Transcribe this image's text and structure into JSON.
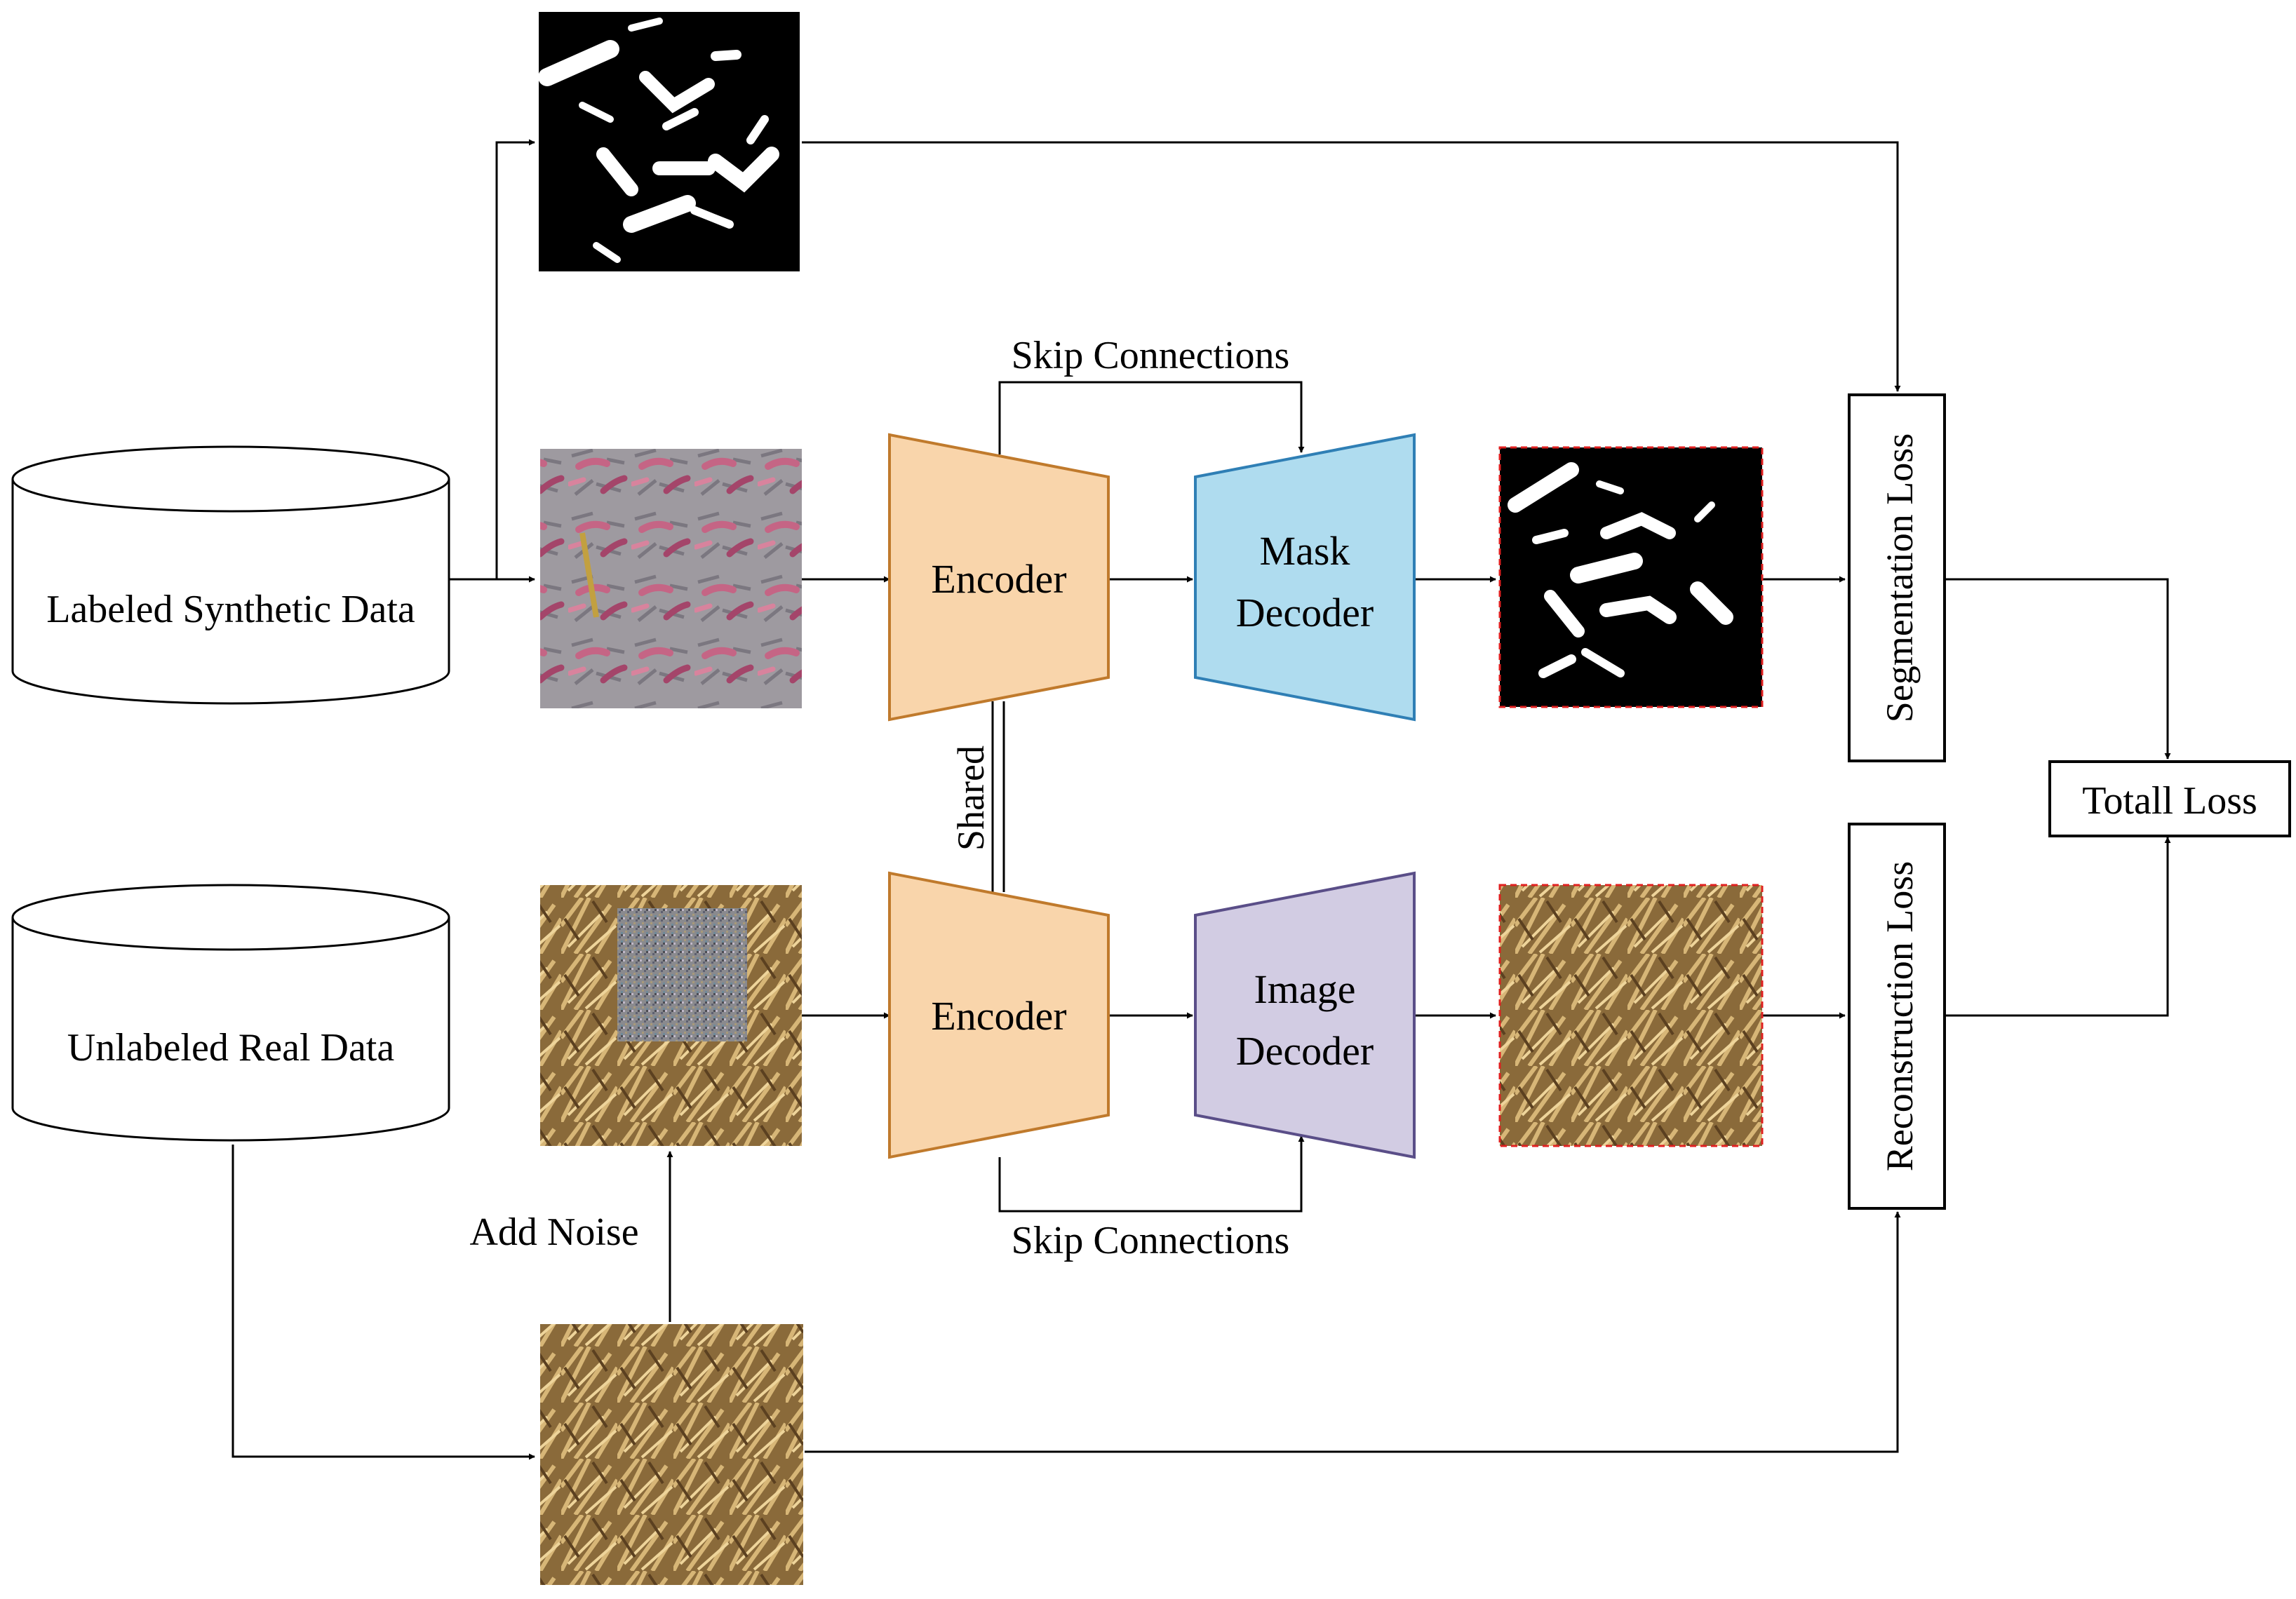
{
  "nodes": {
    "synthetic_db": "Labeled Synthetic Data",
    "real_db": "Unlabeled Real Data",
    "encoder_top": "Encoder",
    "encoder_bottom": "Encoder",
    "mask_decoder_line1": "Mask",
    "mask_decoder_line2": "Decoder",
    "image_decoder_line1": "Image",
    "image_decoder_line2": "Decoder",
    "segmentation_loss": "Segmentation Loss",
    "reconstruction_loss": "Reconstruction Loss",
    "total_loss": "Totall Loss"
  },
  "edges": {
    "skip_top": "Skip Connections",
    "skip_bottom": "Skip Connections",
    "shared": "Shared",
    "add_noise": "Add Noise"
  },
  "colors": {
    "encoder_fill": "#f9d5ab",
    "encoder_stroke": "#c07a2c",
    "mask_decoder_fill": "#afdcef",
    "mask_decoder_stroke": "#2f7fb5",
    "image_decoder_fill": "#d2cce3",
    "image_decoder_stroke": "#5a4e88",
    "prediction_border": "#e02020"
  }
}
